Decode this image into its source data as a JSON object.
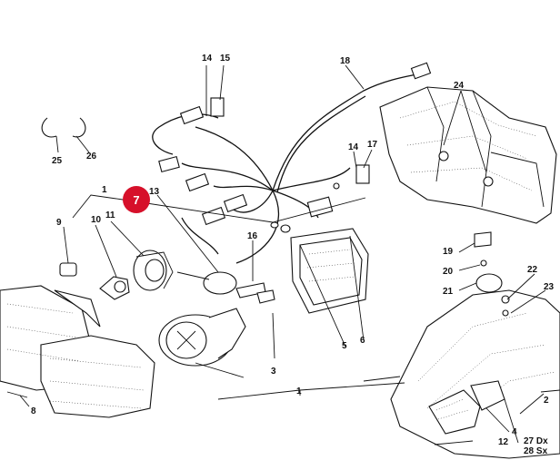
{
  "callouts": {
    "c1": "1",
    "c1b": "1",
    "c2": "2",
    "c3": "3",
    "c4": "4",
    "c5": "5",
    "c6": "6",
    "c7": "7",
    "c8": "8",
    "c9": "9",
    "c10": "10",
    "c11": "11",
    "c12": "12",
    "c13": "13",
    "c14a": "14",
    "c14b": "14",
    "c15": "15",
    "c16": "16",
    "c17": "17",
    "c18": "18",
    "c19": "19",
    "c20": "20",
    "c21": "21",
    "c22": "22",
    "c23": "23",
    "c24": "24",
    "c25": "25",
    "c26": "26",
    "c27": "27 Dx",
    "c28": "28 Sx"
  },
  "highlight": {
    "label": "7",
    "color": "#d6102a"
  },
  "colors": {
    "ink": "#111111",
    "paper": "#ffffff"
  },
  "icons": [
    "exploded-parts-diagram"
  ]
}
